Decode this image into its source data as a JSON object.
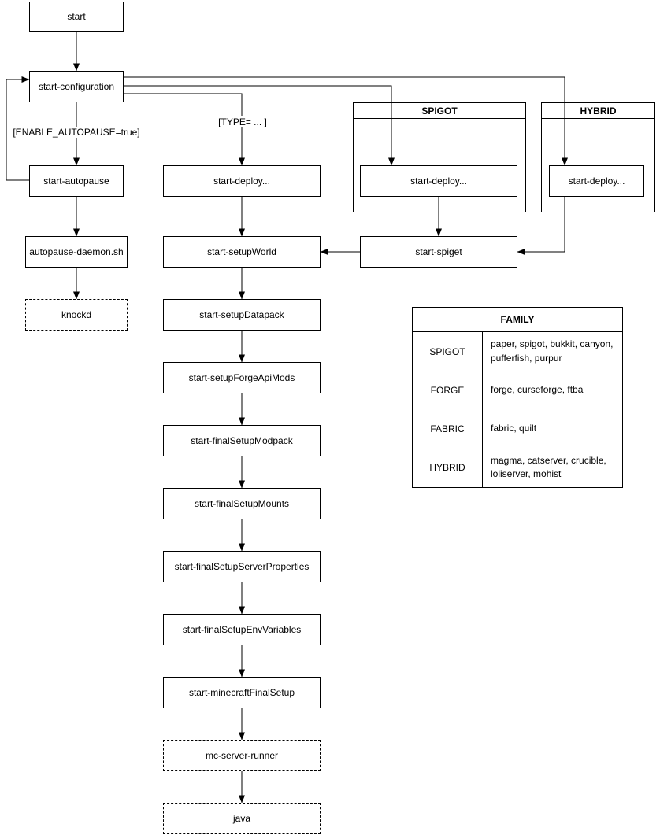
{
  "colors": {
    "stroke": "#000000",
    "background": "#ffffff",
    "text": "#000000"
  },
  "nodes": {
    "start": {
      "label": "start"
    },
    "configuration": {
      "label": "start-configuration"
    },
    "autopause": {
      "label": "start-autopause"
    },
    "autopause_daemon": {
      "label": "autopause-daemon.sh"
    },
    "knockd": {
      "label": "knockd"
    },
    "deploy_main": {
      "label": "start-deploy..."
    },
    "deploy_spigot": {
      "label": "start-deploy..."
    },
    "deploy_hybrid": {
      "label": "start-deploy..."
    },
    "spiget": {
      "label": "start-spiget"
    },
    "setup_world": {
      "label": "start-setupWorld"
    },
    "setup_datapack": {
      "label": "start-setupDatapack"
    },
    "setup_forge_api_mods": {
      "label": "start-setupForgeApiMods"
    },
    "final_setup_modpack": {
      "label": "start-finalSetupModpack"
    },
    "final_setup_mounts": {
      "label": "start-finalSetupMounts"
    },
    "final_setup_server_properties": {
      "label": "start-finalSetupServerProperties"
    },
    "final_setup_env_variables": {
      "label": "start-finalSetupEnvVariables"
    },
    "minecraft_final_setup": {
      "label": "start-minecraftFinalSetup"
    },
    "mc_server_runner": {
      "label": "mc-server-runner"
    },
    "java": {
      "label": "java"
    }
  },
  "groups": {
    "spigot": {
      "title": "SPIGOT"
    },
    "hybrid": {
      "title": "HYBRID"
    }
  },
  "edge_labels": {
    "enable_autopause": "[ENABLE_AUTOPAUSE=true]",
    "type": "[TYPE= ... ]"
  },
  "family_table": {
    "title": "FAMILY",
    "rows": [
      {
        "family": "SPIGOT",
        "members": "paper, spigot, bukkit, canyon, pufferfish, purpur"
      },
      {
        "family": "FORGE",
        "members": "forge, curseforge, ftba"
      },
      {
        "family": "FABRIC",
        "members": "fabric, quilt"
      },
      {
        "family": "HYBRID",
        "members": "magma, catserver, crucible, loliserver, mohist"
      }
    ]
  },
  "edges": [
    {
      "from": "start",
      "to": "start-configuration"
    },
    {
      "from": "start-configuration",
      "to": "start-autopause",
      "label": "[ENABLE_AUTOPAUSE=true]"
    },
    {
      "from": "start-autopause",
      "to": "start-configuration"
    },
    {
      "from": "start-autopause",
      "to": "autopause-daemon.sh"
    },
    {
      "from": "autopause-daemon.sh",
      "to": "knockd"
    },
    {
      "from": "start-configuration",
      "to": "start-deploy... (main)",
      "label": "[TYPE= ... ]"
    },
    {
      "from": "start-configuration",
      "to": "start-deploy... (SPIGOT)"
    },
    {
      "from": "start-configuration",
      "to": "start-deploy... (HYBRID)"
    },
    {
      "from": "start-deploy... (main)",
      "to": "start-setupWorld"
    },
    {
      "from": "start-deploy... (SPIGOT)",
      "to": "start-spiget"
    },
    {
      "from": "start-deploy... (HYBRID)",
      "to": "start-spiget"
    },
    {
      "from": "start-spiget",
      "to": "start-setupWorld"
    },
    {
      "from": "start-setupWorld",
      "to": "start-setupDatapack"
    },
    {
      "from": "start-setupDatapack",
      "to": "start-setupForgeApiMods"
    },
    {
      "from": "start-setupForgeApiMods",
      "to": "start-finalSetupModpack"
    },
    {
      "from": "start-finalSetupModpack",
      "to": "start-finalSetupMounts"
    },
    {
      "from": "start-finalSetupMounts",
      "to": "start-finalSetupServerProperties"
    },
    {
      "from": "start-finalSetupServerProperties",
      "to": "start-finalSetupEnvVariables"
    },
    {
      "from": "start-finalSetupEnvVariables",
      "to": "start-minecraftFinalSetup"
    },
    {
      "from": "start-minecraftFinalSetup",
      "to": "mc-server-runner"
    },
    {
      "from": "mc-server-runner",
      "to": "java"
    }
  ]
}
